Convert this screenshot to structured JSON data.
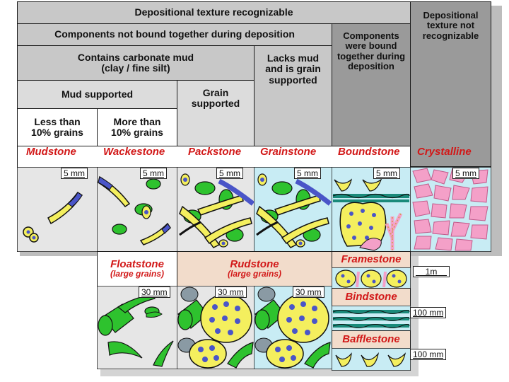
{
  "headers": {
    "depositional_texture_recognizable": "Depositional texture recognizable",
    "depositional_texture_not_recognizable": "Depositional texture not recognizable",
    "components_not_bound": "Components not bound together during deposition",
    "components_bound": "Components were bound together during deposition",
    "contains_mud": "Contains carbonate mud\n(clay / fine silt)",
    "lacks_mud": "Lacks mud and is grain supported",
    "mud_supported": "Mud supported",
    "grain_supported": "Grain supported",
    "less_than_10": "Less than\n10% grains",
    "more_than_10": "More than\n10% grains"
  },
  "rock_types": [
    "Mudstone",
    "Wackestone",
    "Packstone",
    "Grainstone",
    "Boundstone",
    "Crystalline"
  ],
  "lower_types": {
    "floatstone": "Floatstone",
    "floatstone_sub": "(large grains)",
    "rudstone": "Rudstone",
    "rudstone_sub": "(large grains)",
    "framestone": "Framestone",
    "bindstone": "Bindstone",
    "bafflestone": "Bafflestone"
  },
  "scales": {
    "small": "5 mm",
    "large": "30 mm",
    "framestone": "1m",
    "bindstone": "100 mm",
    "bafflestone": "100 mm"
  },
  "colors": {
    "header_gray": "#c8c8c8",
    "dark_gray": "#9a9a9a",
    "mud": "#e6e6e6",
    "water": "#c8ecf4",
    "grain_yellow": "#f4ef5e",
    "green": "#2ec22e",
    "blue": "#4a55c8",
    "pink": "#f4a0c8",
    "label_red": "#d21818"
  }
}
